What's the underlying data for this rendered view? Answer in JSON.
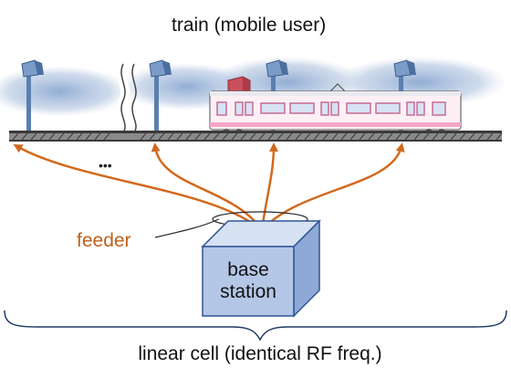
{
  "labels": {
    "train": "train (mobile user)",
    "feeder": "feeder",
    "base_station_line1": "base",
    "base_station_line2": "station",
    "linear_cell": "linear cell (identical RF freq.)",
    "ellipsis": "•••"
  },
  "colors": {
    "feeder_orange": "#D2691E",
    "base_station_fill": "#B4C7E7",
    "base_station_stroke": "#2F5597",
    "train_pink": "#F4A6C8",
    "train_body": "#FDF0F5",
    "antenna_blue": "#5B7FB0",
    "coverage_blue": "#9EB6D8",
    "rail_dark": "#3a3a3a",
    "brace": "#1F3864"
  },
  "icons": {
    "antenna": "antenna-icon",
    "train": "train-icon",
    "base_station": "base-station-cube-icon"
  }
}
